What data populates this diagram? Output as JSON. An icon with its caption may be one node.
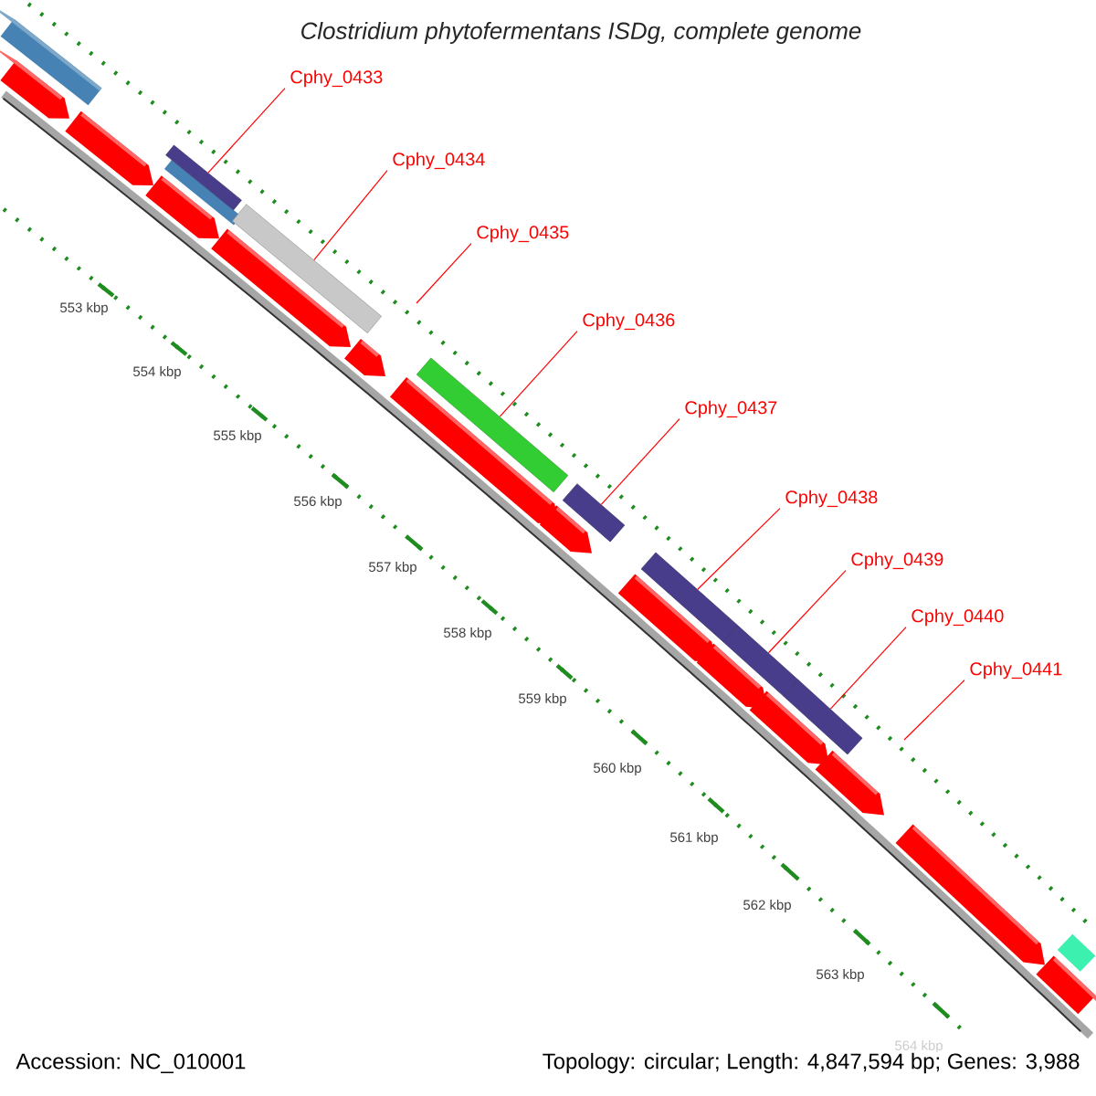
{
  "diagram": {
    "title": "Clostridium phytofermentans ISDg, complete genome",
    "nodes": [
      {
        "text": [
          "Cphy_0433"
        ]
      },
      {
        "text": [
          "Cphy_0434"
        ]
      },
      {
        "text": [
          "Cphy_0435"
        ]
      },
      {
        "text": [
          "Cphy_0436"
        ]
      },
      {
        "text": [
          "Cphy_0437"
        ]
      },
      {
        "text": [
          "Cphy_0438"
        ]
      },
      {
        "text": [
          "Cphy_0439"
        ]
      },
      {
        "text": [
          "Cphy_0440"
        ]
      },
      {
        "text": [
          "Cphy_0441"
        ]
      },
      {
        "text": [],
        "shape": "bar"
      },
      {
        "text": [],
        "shape": "bar"
      },
      {
        "text": [],
        "shape": "bar"
      },
      {
        "text": [],
        "shape": "bar"
      },
      {
        "text": [],
        "shape": "bar"
      },
      {
        "text": [],
        "shape": "bar"
      },
      {
        "text": [],
        "shape": "bar"
      }
    ],
    "edges": [
      {
        "from": 0,
        "to": 9,
        "arrow": "none"
      },
      {
        "from": 1,
        "to": 10,
        "arrow": "none"
      },
      {
        "from": 2,
        "to": null,
        "arrow": "none"
      },
      {
        "from": 3,
        "to": 11,
        "arrow": "none"
      },
      {
        "from": 4,
        "to": 12,
        "arrow": "none"
      },
      {
        "from": 5,
        "to": 13,
        "arrow": "none"
      },
      {
        "from": 6,
        "to": 14,
        "arrow": "none"
      },
      {
        "from": 7,
        "to": 15,
        "arrow": "none"
      },
      {
        "from": 8,
        "to": null,
        "arrow": "none"
      }
    ],
    "labels": [
      "553 kbp",
      "554 kbp",
      "555 kbp",
      "556 kbp",
      "557 kbp",
      "558 kbp",
      "559 kbp",
      "560 kbp",
      "561 kbp",
      "562 kbp",
      "563 kbp",
      "564 kbp",
      "Accession: NC_010001",
      "Topology: circular; Length: 4,847,594 bp; Genes: 3,988"
    ]
  }
}
